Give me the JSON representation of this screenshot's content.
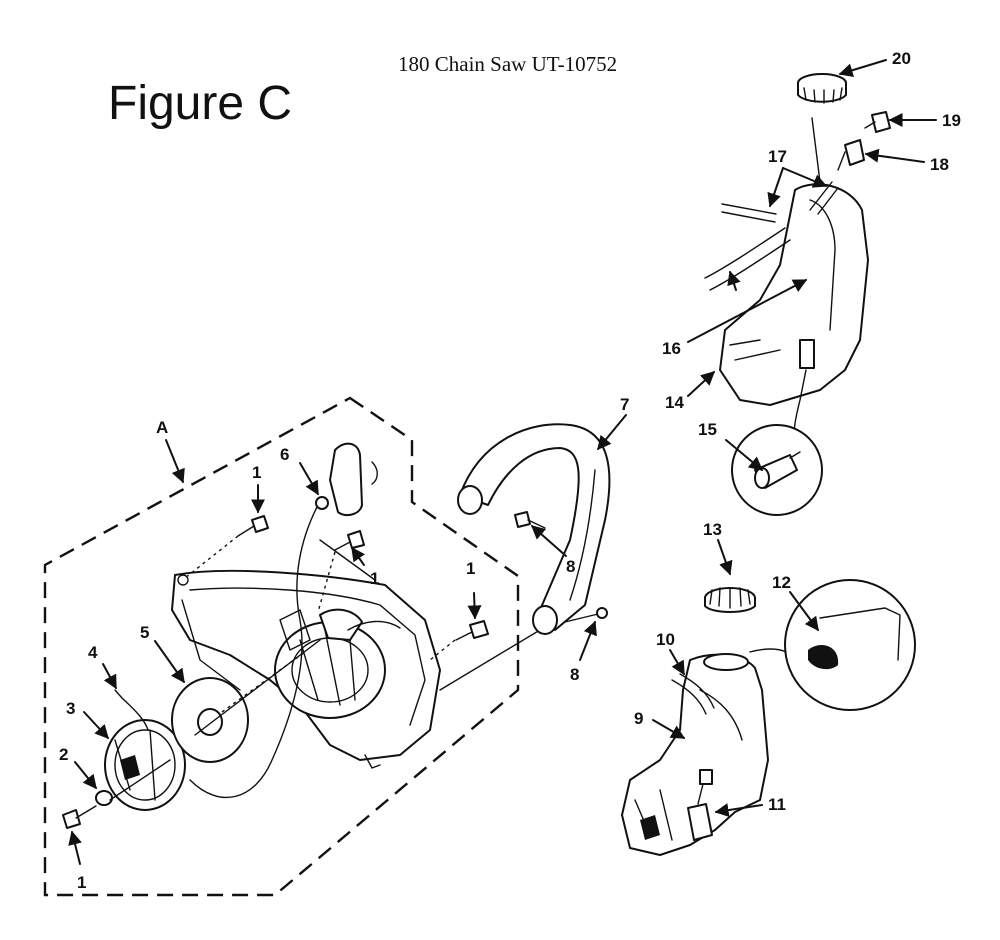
{
  "document": {
    "title": "180 Chain Saw UT-10752",
    "figure_title": "Figure C"
  },
  "view_label": "A",
  "callouts": [
    "1",
    "2",
    "3",
    "4",
    "5",
    "6",
    "7",
    "8",
    "9",
    "10",
    "11",
    "12",
    "13",
    "14",
    "15",
    "16",
    "17",
    "18",
    "19",
    "20"
  ]
}
